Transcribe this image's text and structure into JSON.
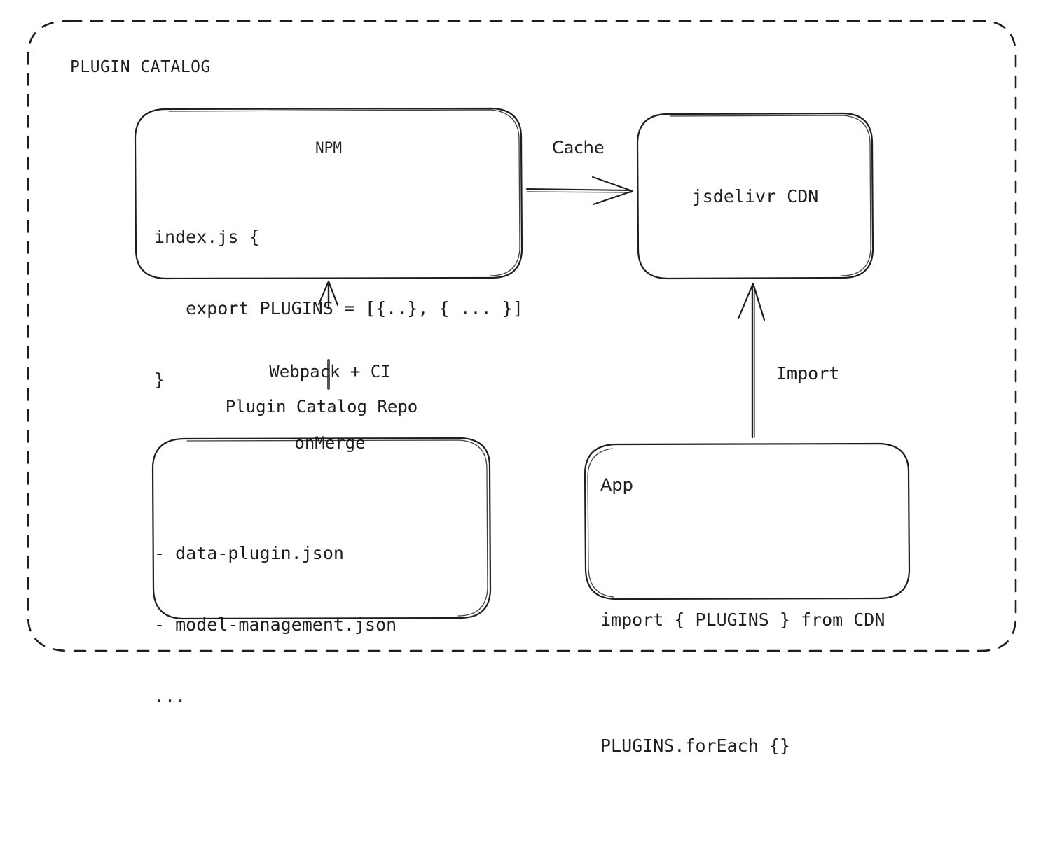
{
  "diagram": {
    "frame_title": "PLUGIN CATALOG",
    "stroke_color": "#1e1e1e",
    "background_color": "#ffffff"
  },
  "nodes": {
    "npm": {
      "title": "NPM",
      "code_lines": [
        "index.js {",
        "   export PLUGINS = [{..}, { ... }]",
        "}"
      ]
    },
    "cdn": {
      "title": "jsdelivr CDN"
    },
    "repo": {
      "label": "Plugin Catalog Repo",
      "file_lines": [
        "- data-plugin.json",
        "- model-management.json",
        "..."
      ]
    },
    "app": {
      "title": "App",
      "code_lines": [
        "import { PLUGINS } from CDN",
        "PLUGINS.forEach {}"
      ]
    }
  },
  "edges": {
    "npm_to_cdn": {
      "label": "Cache",
      "from": "npm",
      "to": "cdn",
      "direction": "right"
    },
    "repo_to_npm": {
      "label_line1": "Webpack + CI",
      "label_line2": "onMerge",
      "from": "repo",
      "to": "npm",
      "direction": "up"
    },
    "app_to_cdn": {
      "label": "Import",
      "from": "app",
      "to": "cdn",
      "direction": "up"
    }
  }
}
